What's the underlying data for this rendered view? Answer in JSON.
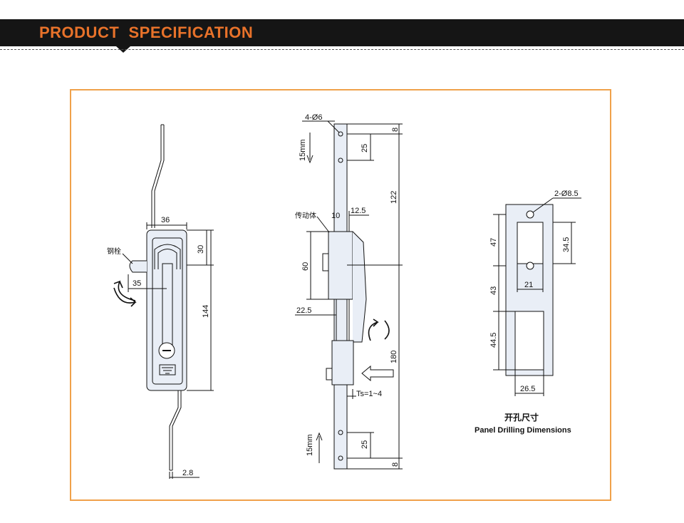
{
  "header": {
    "title": "PRODUCT  SPECIFICATION"
  },
  "colors": {
    "banner": "#151515",
    "accent": "#e8722a",
    "frame": "#f0a14a",
    "part_fill": "#e9eef6"
  },
  "drawing_left": {
    "dims": {
      "width_top": "36",
      "top_offset": "30",
      "height": "144",
      "pin_offset": "35",
      "rod": "2.8"
    },
    "labels": {
      "pin": "钢栓"
    }
  },
  "drawing_middle": {
    "dims": {
      "holes": "4-Ø6",
      "hole_top": "8",
      "hole_spacing_top": "25",
      "span_upper": "122",
      "actuator_depth": "10",
      "actuator_width": "12.5",
      "actuator_height": "60",
      "offset": "22.5",
      "span_lower": "180",
      "thickness": "Ts=1~4",
      "hole_spacing_bottom": "25",
      "hole_bottom": "8",
      "stroke_top": "15mm",
      "stroke_bottom": "15mm"
    },
    "labels": {
      "actuator": "传动体"
    }
  },
  "drawing_right": {
    "dims": {
      "holes": "2-Ø8.5",
      "height_upper": "47",
      "slot_height": "34.5",
      "slot_width": "21",
      "gap": "43",
      "lower_height": "44.5",
      "total_width": "26.5"
    },
    "caption_cn": "开孔尺寸",
    "caption_en": "Panel Drilling Dimensions"
  }
}
